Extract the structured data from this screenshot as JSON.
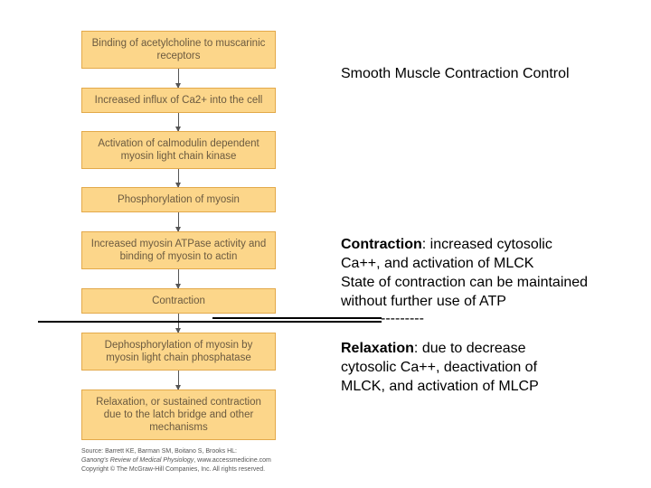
{
  "title": "Smooth Muscle Contraction Control",
  "flowchart": {
    "steps": [
      "Binding of acetylcholine to muscarinic receptors",
      "Increased influx of Ca2+ into the cell",
      "Activation of calmodulin dependent myosin light chain kinase",
      "Phosphorylation of myosin",
      "Increased myosin ATPase activity and binding of myosin to actin",
      "Contraction",
      "Dephosphorylation of myosin by myosin light chain phosphatase",
      "Relaxation, or sustained contraction due to the latch bridge and other mechanisms"
    ]
  },
  "contraction": {
    "term": "Contraction",
    "line1": ": increased cytosolic",
    "line2": "Ca++, and activation of MLCK",
    "line3": "State of contraction can be maintained",
    "line4": "without further use of ATP"
  },
  "divider_dashes": "---------",
  "relaxation": {
    "term": "Relaxation",
    "line1": ": due to decrease",
    "line2": "cytosolic Ca++, deactivation of",
    "line3": "MLCK, and activation of MLCP"
  },
  "source": {
    "line1": "Source: Barrett KE, Barman SM, Boitano S, Brooks HL:",
    "line2_title": "Ganong's Review of Medical Physiology",
    "line2_rest": ", www.accessmedicine.com",
    "line3": "Copyright © The McGraw-Hill Companies, Inc. All rights reserved."
  }
}
